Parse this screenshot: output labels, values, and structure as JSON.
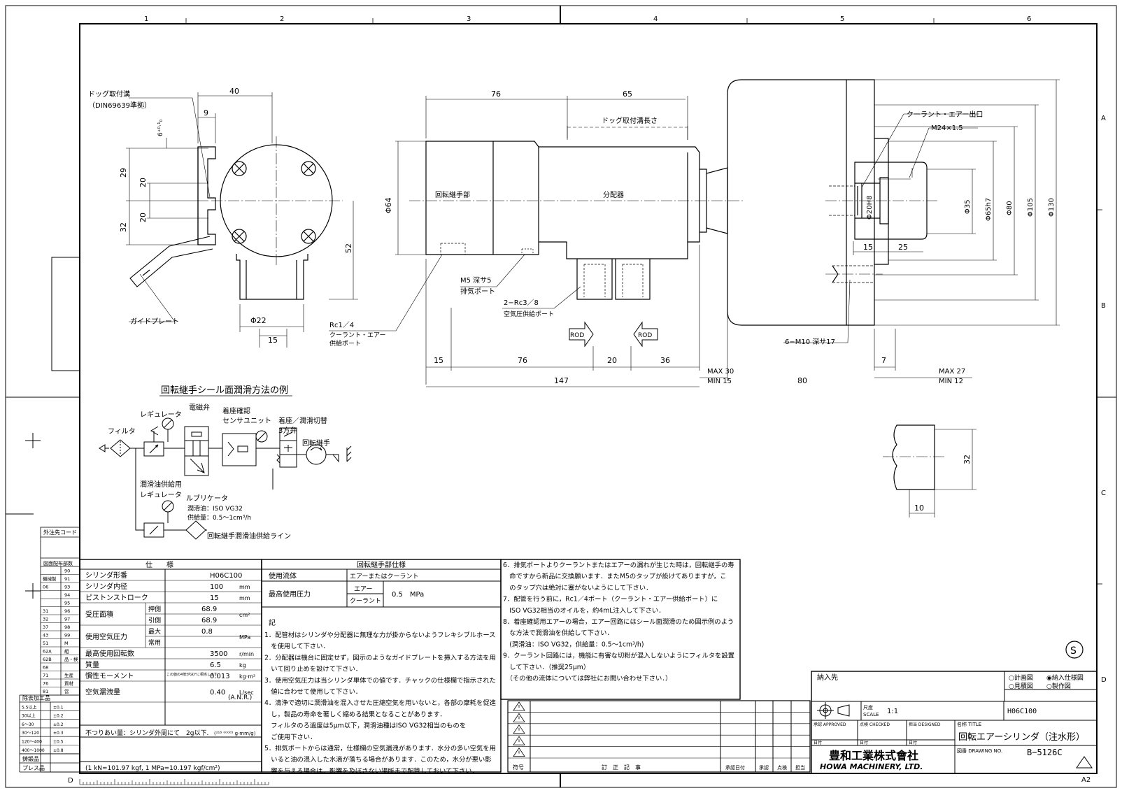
{
  "grid": {
    "cols": [
      "1",
      "2",
      "3",
      "4",
      "5",
      "6"
    ],
    "rows": [
      "A",
      "B",
      "C",
      "D"
    ],
    "bottom_left_letter": "D"
  },
  "front_view": {
    "dog_groove": "ドッグ取付溝",
    "dog_groove_std": "（DIN69639準拠）",
    "tol": "6⁺⁰·¹₀",
    "guide_plate": "ガイドプレート",
    "dims": {
      "d40": "40",
      "d9": "9",
      "d29": "29",
      "d20a": "20",
      "d20b": "20",
      "d32": "32",
      "d52": "52",
      "d22": "Φ22",
      "d15": "15"
    }
  },
  "side_view": {
    "rotary_joint": "回転継手部",
    "distributor": "分配器",
    "dog_groove_len": "ドッグ取付溝長さ",
    "m5": "M5 深サ5",
    "exhaust_port": "排気ポート",
    "rc38": "2−Rc3／8",
    "air_supply_port": "空気圧供給ポート",
    "rc14": "Rc1／4",
    "coolant_supply_1": "クーラント・エアー",
    "coolant_supply_2": "供給ポート",
    "rod": "ROD",
    "dims": {
      "d76top": "76",
      "d65": "65",
      "d64": "Φ64",
      "d15": "15",
      "d76": "76",
      "d20": "20",
      "d36": "36",
      "d147": "147",
      "max30": "MAX 30",
      "min15": "MIN 15",
      "d80": "80"
    }
  },
  "cyl_view": {
    "coolant_outlet": "クーラント・エアー出口",
    "m24": "M24×1.5",
    "d20h8": "Φ20H8",
    "d35": "Φ35",
    "d65h7": "Φ65h7",
    "d80": "Φ80",
    "d105": "Φ105",
    "d130": "Φ130",
    "d15": "15",
    "d25": "25",
    "m10": "6−M10 深サ17",
    "d7": "7",
    "max27": "MAX 27",
    "min12": "MIN 12"
  },
  "detail": {
    "d32": "32",
    "d10": "10"
  },
  "lube": {
    "title": "回転継手シール面潤滑方法の例",
    "filter": "フィルタ",
    "regulator": "レギュレータ",
    "solenoid": "電磁弁",
    "seat_confirm": "着座確認",
    "sensor_unit": "センサユニット",
    "seat_switch": "着座／潤滑切替",
    "three_way": "3方弁",
    "rotary_joint": "回転継手",
    "lube_reg_1": "潤滑油供給用",
    "lube_reg_2": "レギュレータ",
    "lubricator": "ルブリケータ",
    "oil": "潤滑油：ISO VG32",
    "supply": "供給量：0.5～1cm³/h",
    "line": "回転継手潤滑油供給ライン"
  },
  "left_table": {
    "title": "外注先コード",
    "sub": "図面配布部数",
    "rows": [
      [
        "",
        "90"
      ],
      [
        "機械製",
        "91"
      ],
      [
        "06",
        "93"
      ],
      [
        "",
        "94"
      ],
      [
        "",
        "95"
      ],
      [
        "31",
        "96"
      ],
      [
        "32",
        "97"
      ],
      [
        "37",
        "98"
      ],
      [
        "43",
        "99"
      ],
      [
        "51",
        "M"
      ],
      [
        "62A",
        "組"
      ],
      [
        "62B",
        "品・検"
      ],
      [
        "68",
        ""
      ],
      [
        "71",
        "生産"
      ],
      [
        "76",
        "資材"
      ],
      [
        "81",
        "営"
      ]
    ],
    "proc_title": "除去加工品",
    "proc_rows": [
      [
        "5.5以上",
        "±0.1"
      ],
      [
        "30以上",
        "±0.2"
      ],
      [
        "6～30",
        "±0.2"
      ],
      [
        "30～120",
        "±0.3"
      ],
      [
        "120～400",
        "±0.5"
      ],
      [
        "400～1000",
        "±0.8"
      ]
    ],
    "bottom1": "鋳鍛品",
    "bottom2": "プレス品"
  },
  "spec": {
    "header": "仕　　様",
    "rows": [
      {
        "label": "シリンダ形番",
        "value": "H06C100",
        "unit": ""
      },
      {
        "label": "シリンダ内径",
        "value": "100",
        "unit": "mm"
      },
      {
        "label": "ピストンストローク",
        "value": "15",
        "unit": "mm"
      },
      {
        "label": "受圧面積",
        "sub1": "押側",
        "v1": "68.9",
        "sub2": "引側",
        "v2": "68.9",
        "unit": "cm²"
      },
      {
        "label": "使用空気圧力",
        "sub1": "最大",
        "v1": "0.8",
        "sub2": "常用",
        "v2": "",
        "unit": "MPa"
      },
      {
        "label": "最高使用回転数",
        "value": "3500",
        "unit": "r/min"
      },
      {
        "label": "質量",
        "value": "6.5",
        "unit": "kg"
      },
      {
        "label": "慣性モーメント",
        "note": "この値の4倍がGD²に相当します。",
        "value": "0.013",
        "unit": "kg·m²"
      },
      {
        "label": "空気漏洩量",
        "value": "0.40",
        "unit": "L/sec",
        "sub": "(A.N.R.)"
      }
    ],
    "fit": "不つりあい量：シリンダ外周にて　2g以下.",
    "fit_tol": "(²¹⁸ ⁰⁰⁰⁰⁵ g·mm/g)",
    "conversion": "(1 kN=101.97 kgf, 1 MPa=10.197 kgf/cm²)"
  },
  "joint_spec": {
    "header": "回転継手部仕様",
    "fluid_label": "使用流体",
    "fluid": "エアーまたはクーラント",
    "press_label": "最高使用圧力",
    "air": "エアー",
    "coolant": "クーラント",
    "press": "0.5　MPa"
  },
  "notes": {
    "heading": "記",
    "lines": [
      "1．配管材はシリンダや分配器に無理な力が掛からないようフレキシブルホース",
      "　を使用して下さい．",
      "2．分配器は機台に固定せず，図示のようなガイドプレートを挿入する方法を用",
      "　いて回り止めを設けて下さい．",
      "3．使用空気圧力は当シリンダ単体での値です．チャックの仕様欄で指示された",
      "　値に合わせて使用して下さい．",
      "4．清浄で適切に潤滑油を混入させた圧縮空気を用いないと，各部の摩耗を促進",
      "　し，製品の寿命を著しく縮める結果となることがあります．",
      "　フィルタのろ過度は5μm以下，潤滑油種はISO VG32相当のものを",
      "　ご使用下さい．",
      "5．排気ポートからは通常，仕様欄の空気漏洩があります．水分の多い空気を用",
      "　いると油の混入した水滴が落ちる場合があります．このため，水分が悪い影",
      "　響を与える場合は，影響を及ぼさない場所まで配管しておいて下さい．"
    ],
    "right_lines": [
      "6．排気ポートよりクーラントまたはエアーの漏れが生じた時は，回転継手の寿",
      "　命ですから新品に交換願います．またM5のタップが設けてありますが，こ",
      "　のタップ穴は絶対に塞がないようにして下さい．",
      "7．配管を行う前に，Rc1／4ポート（クーラント・エアー供給ポート）に",
      "　ISO VG32相当のオイルを，約4mL注入して下さい．",
      "8．着座確認用エアーの場合，エアー回路にはシール面潤滑のため図示例のよう",
      "　な方法で潤滑油を供給して下さい．",
      "　(潤滑油：ISO VG32，供給量：0.5～1cm³/h)",
      "9．クーラント回路には，機能に有害な切粉が混入しないようにフィルタを設置",
      "　して下さい．（推奨25μm）",
      "　（その他の流体については弊社にお問い合わせ下さい．）"
    ]
  },
  "revisions": {
    "symbol": "符号",
    "content": "訂　正　記　事",
    "date": "承認日付",
    "approved": "承認",
    "checked": "点検",
    "staff": "担当"
  },
  "title_block": {
    "customer": "納入先",
    "opt1": "○計画図",
    "opt2": "◉納入仕様図",
    "opt3": "○見積図",
    "opt4": "○製作図",
    "scale_label": "尺度",
    "scale_en": "SCALE",
    "scale": "1:1",
    "model": "H06C100",
    "approved": "承認 APPROVED",
    "checked": "点検 CHECKED",
    "designed": "担当 DESIGNED",
    "date": "日付",
    "name_label": "名称 TITLE",
    "name": "回転エアーシリンダ（注水形）",
    "company_jp": "豊和工業株式會社",
    "company_en": "HOWA MACHINERY, LTD.",
    "drawing_label": "図番 DRAWING NO.",
    "drawing_no": "B−5126C",
    "size": "A2",
    "s_mark": "S"
  }
}
